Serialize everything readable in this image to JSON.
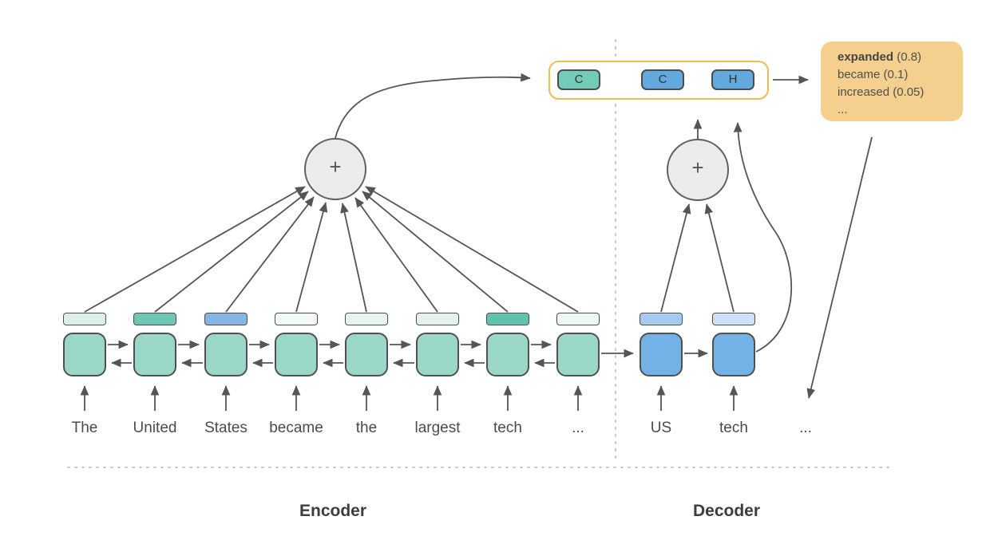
{
  "labels": {
    "encoder": "Encoder",
    "decoder": "Decoder",
    "plus": "+"
  },
  "encoder": {
    "words": [
      "The",
      "United",
      "States",
      "became",
      "the",
      "largest",
      "tech",
      "..."
    ]
  },
  "decoder": {
    "words": [
      "US",
      "tech",
      "..."
    ]
  },
  "context_box": {
    "cells": [
      {
        "label": "C"
      },
      {
        "label": "C"
      },
      {
        "label": "H"
      }
    ]
  },
  "tooltip": {
    "top_word": "expanded",
    "top_prob": " (0.8)",
    "lines": [
      "became (0.1)",
      "increased (0.05)",
      "..."
    ]
  },
  "colors": {
    "encoder_cell": "#9bd7c9",
    "decoder_cell": "#72b2e7",
    "encoder_bars": [
      "#ddefeb",
      "#6ec6b4",
      "#85b5e3",
      "#f3faf8",
      "#e7f5f1",
      "#e2f3ef",
      "#5fc1ae",
      "#eef7f4"
    ],
    "decoder_bars": [
      "#a5ccf0",
      "#cce0f6"
    ],
    "context_cells": [
      "#72ccb9",
      "#62a9dd",
      "#62a9dd"
    ],
    "box_border": "#f3ba50",
    "tooltip_bg": "#f4cf8e"
  }
}
